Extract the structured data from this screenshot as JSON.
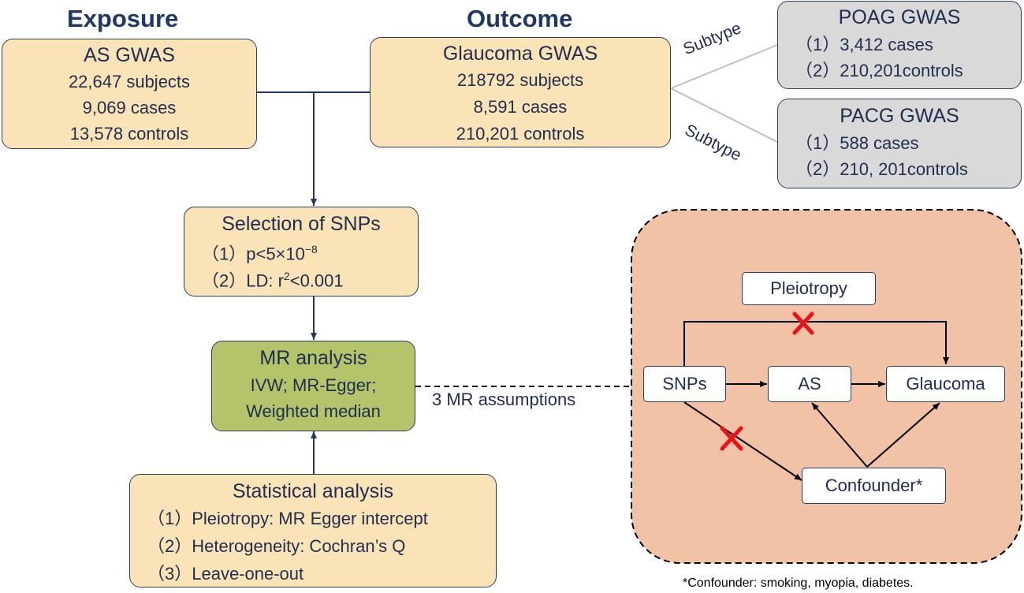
{
  "headings": {
    "exposure": "Exposure",
    "outcome": "Outcome"
  },
  "exposure_box": {
    "title": "AS GWAS",
    "lines": [
      "22,647 subjects",
      "9,069 cases",
      "13,578 controls"
    ]
  },
  "outcome_box": {
    "title": "Glaucoma GWAS",
    "lines": [
      "218792 subjects",
      "8,591 cases",
      "210,201 controls"
    ]
  },
  "subtype_label": "Subtype",
  "poag_box": {
    "title": "POAG GWAS",
    "lines": [
      "（1）3,412 cases",
      "（2）210,201controls"
    ]
  },
  "pacg_box": {
    "title": "PACG GWAS",
    "lines": [
      "（1）588 cases",
      "（2）210, 201controls"
    ]
  },
  "selection_box": {
    "title": "Selection of SNPs",
    "line1_prefix": "（1）p<5×10",
    "line1_exp": "−8",
    "line2_prefix": "（2）LD: r",
    "line2_sup": "2",
    "line2_suffix": "<0.001"
  },
  "mr_box": {
    "title": "MR analysis",
    "lines": [
      "IVW; MR-Egger;",
      "Weighted median"
    ]
  },
  "stat_box": {
    "title": "Statistical analysis",
    "lines": [
      "（1）Pleiotropy: MR Egger intercept",
      "（2）Heterogeneity: Cochran’s Q",
      "（3）Leave-one-out"
    ]
  },
  "assumptions_label": "3 MR assumptions",
  "dag": {
    "pleiotropy": "Pleiotropy",
    "snps": "SNPs",
    "as": "AS",
    "glaucoma": "Glaucoma",
    "confounder": "Confounder*"
  },
  "footnote": "*Confounder: smoking, myopia, diabetes.",
  "colors": {
    "yellow_box": "#fbe3b8",
    "green_box": "#b5c46a",
    "gray_box": "#d9d9d9",
    "dashed_panel": "#f1c2a6",
    "cross": "#e8141c",
    "line": "#1f3864"
  }
}
